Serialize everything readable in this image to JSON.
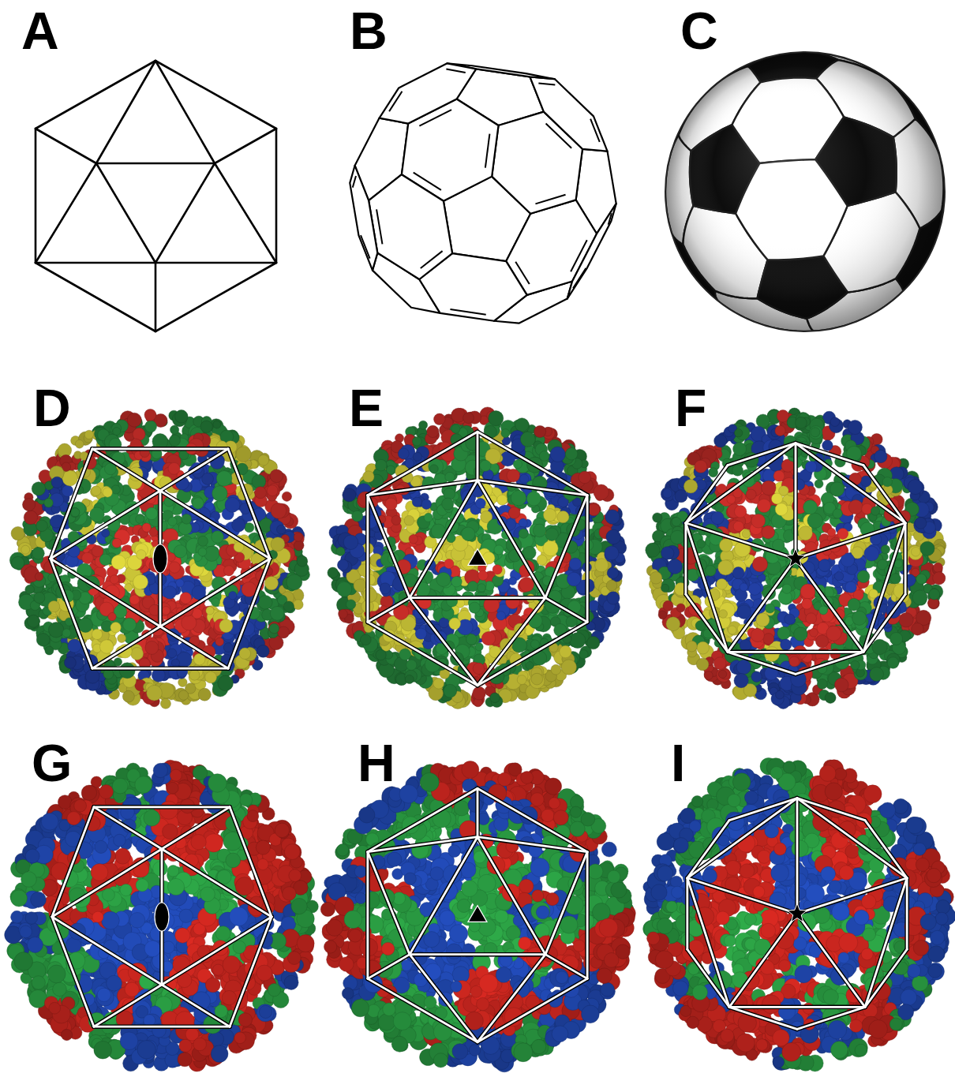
{
  "diagram": {
    "labels": [
      "A",
      "B",
      "C",
      "D",
      "E",
      "F",
      "G",
      "H",
      "I"
    ]
  }
}
